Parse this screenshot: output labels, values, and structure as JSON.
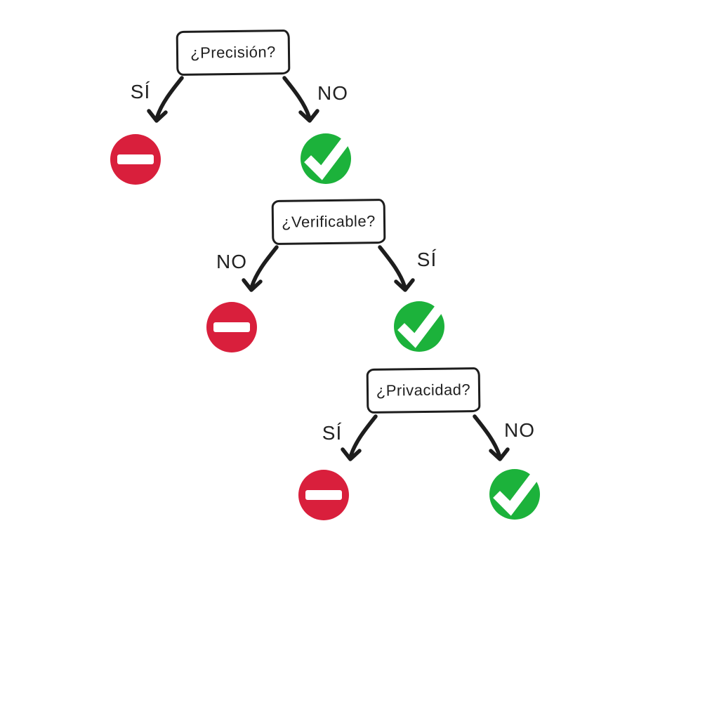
{
  "diagram": {
    "type": "decision-tree",
    "language": "es",
    "colors": {
      "background": "#ffffff",
      "line": "#1d1d1d",
      "reject_red": "#d91f3c",
      "accept_green": "#1cb23b",
      "icon_mark_white": "#ffffff"
    },
    "nodes": [
      {
        "id": "precision",
        "question": "¿Precisión?",
        "branches": [
          {
            "label": "SÍ",
            "side": "left",
            "outcome": "reject",
            "icon": "no-entry-icon"
          },
          {
            "label": "NO",
            "side": "right",
            "outcome": "accept",
            "icon": "check-icon"
          }
        ]
      },
      {
        "id": "verificable",
        "question": "¿Verificable?",
        "branches": [
          {
            "label": "NO",
            "side": "left",
            "outcome": "reject",
            "icon": "no-entry-icon"
          },
          {
            "label": "SÍ",
            "side": "right",
            "outcome": "accept",
            "icon": "check-icon"
          }
        ]
      },
      {
        "id": "privacidad",
        "question": "¿Privacidad?",
        "branches": [
          {
            "label": "SÍ",
            "side": "left",
            "outcome": "reject",
            "icon": "no-entry-icon"
          },
          {
            "label": "NO",
            "side": "right",
            "outcome": "accept",
            "icon": "check-icon"
          }
        ]
      }
    ]
  }
}
